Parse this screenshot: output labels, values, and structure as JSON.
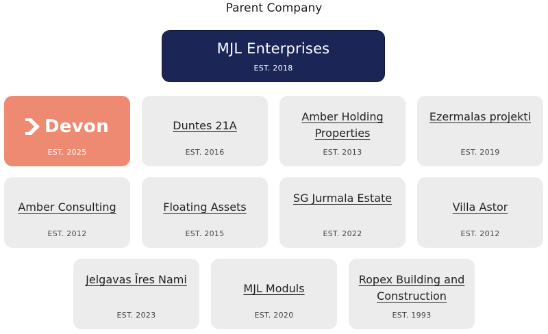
{
  "heading": "Parent Company",
  "parent": {
    "name": "MJL Enterprises",
    "est": "EST. 2018"
  },
  "featured": {
    "logo_text": "Devon",
    "est": "EST. 2025"
  },
  "companies": [
    {
      "name": "Duntes 21A",
      "est": "EST. 2016"
    },
    {
      "name": "Amber Holding Properties",
      "est": "EST. 2013"
    },
    {
      "name": "Ezermalas projekti",
      "est": "EST. 2019"
    },
    {
      "name": "Amber Consulting",
      "est": "EST. 2012"
    },
    {
      "name": "Floating Assets",
      "est": "EST. 2015"
    },
    {
      "name": "SG Jurmala Estate",
      "est": "EST. 2022"
    },
    {
      "name": "Villa Astor",
      "est": "EST. 2012"
    },
    {
      "name": "Jelgavas Īres Nami",
      "est": "EST. 2023"
    },
    {
      "name": "MJL Moduls",
      "est": "EST. 2020"
    },
    {
      "name": "Ropex Building and Construction",
      "est": "EST. 1993"
    }
  ],
  "colors": {
    "parent_bg": "#1b2657",
    "card_bg": "#ececec",
    "featured_bg": "#ef8a72"
  }
}
